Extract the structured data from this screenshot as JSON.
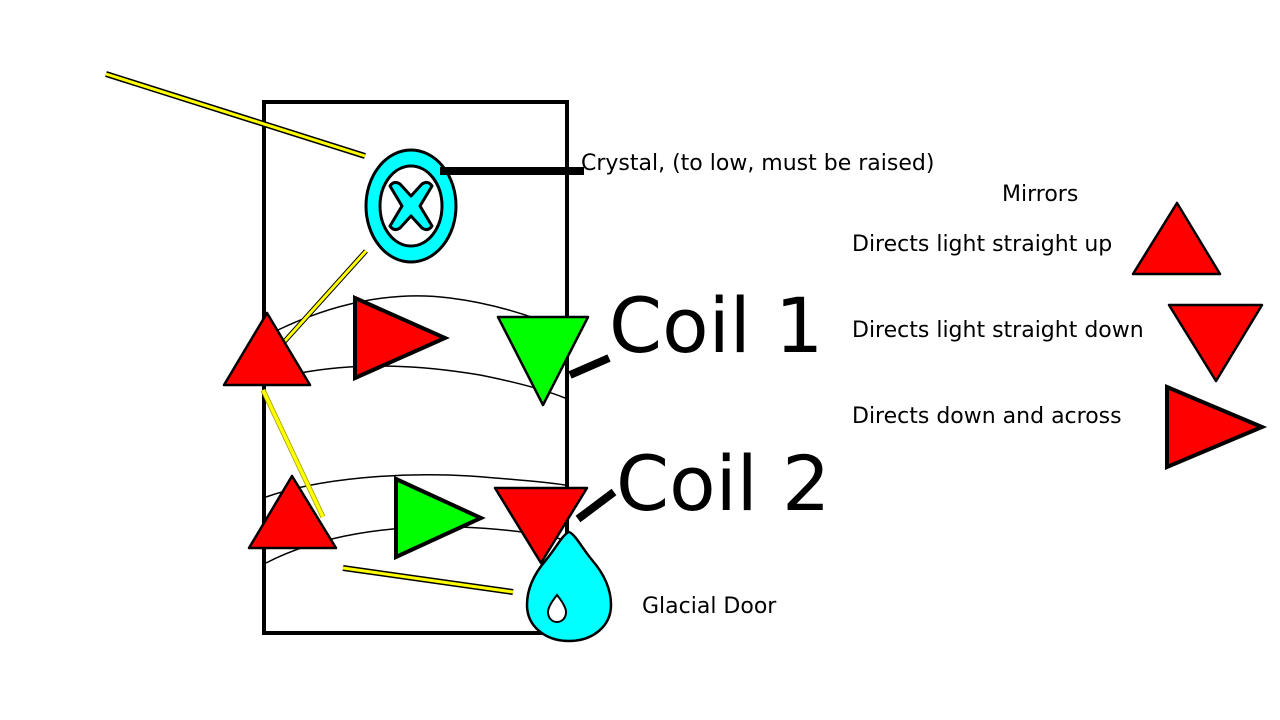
{
  "diagram": {
    "crystal_label": "Crystal, (to low, must be raised)",
    "coil1_label": "Coil 1",
    "coil2_label": "Coil 2",
    "door_label": "Glacial Door"
  },
  "legend": {
    "title": "Mirrors",
    "items": [
      {
        "label": "Directs light straight up",
        "shape": "triangle-up"
      },
      {
        "label": "Directs light straight down",
        "shape": "triangle-down"
      },
      {
        "label": "Directs down and across",
        "shape": "triangle-right"
      }
    ]
  },
  "colors": {
    "mirror_red": "#ff0000",
    "mirror_green": "#00ff00",
    "crystal_cyan": "#00ffff",
    "beam_yellow": "#ffff00",
    "outline": "#000000"
  }
}
